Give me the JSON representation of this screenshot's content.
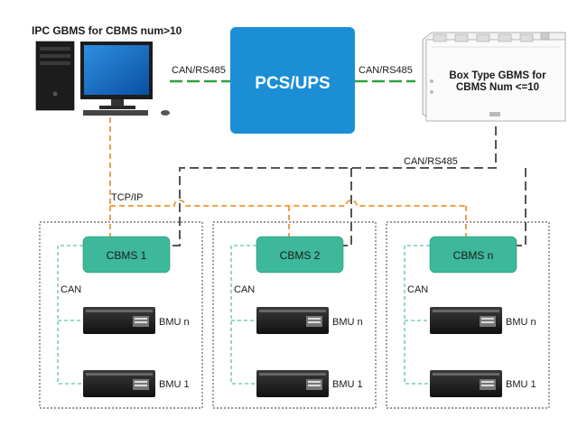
{
  "ipc": {
    "title": "IPC GBMS for CBMS num>10"
  },
  "pcs": {
    "label": "PCS/UPS"
  },
  "box": {
    "title_line1": "Box Type GBMS for",
    "title_line2": "CBMS Num <=10"
  },
  "links": {
    "ipc_pcs": "CAN/RS485",
    "pcs_box": "CAN/RS485",
    "box_bus": "CAN/RS485",
    "tcp": "TCP/IP"
  },
  "groups": [
    {
      "cbms": "CBMS 1",
      "can": "CAN",
      "bmu_top": "BMU n",
      "bmu_bottom": "BMU 1"
    },
    {
      "cbms": "CBMS 2",
      "can": "CAN",
      "bmu_top": "BMU n",
      "bmu_bottom": "BMU 1"
    },
    {
      "cbms": "CBMS n",
      "can": "CAN",
      "bmu_top": "BMU n",
      "bmu_bottom": "BMU 1"
    }
  ],
  "colors": {
    "pcs": "#1b8ed6",
    "cbms": "#3db89a",
    "tcp": "#f0a04b",
    "can_rs485_green": "#2aa33a",
    "bus_gray": "#555555",
    "can_dash": "#5ec4a8"
  }
}
